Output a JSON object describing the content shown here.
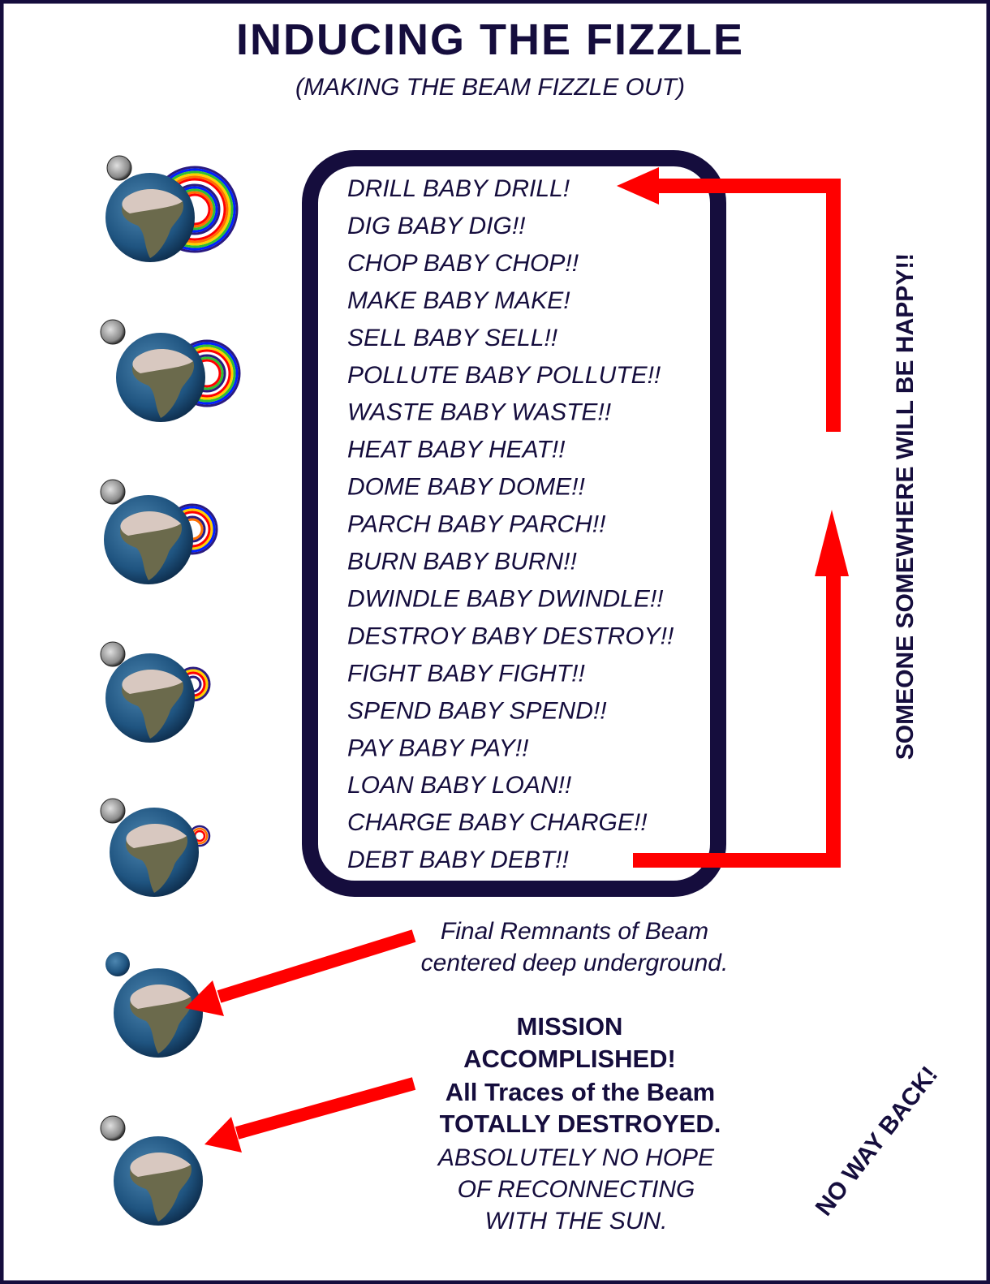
{
  "title": "INDUCING THE FIZZLE",
  "subtitle": "(MAKING THE BEAM FIZZLE OUT)",
  "cycle_items": [
    "DRILL BABY DRILL!",
    "DIG BABY DIG!!",
    "CHOP BABY CHOP!!",
    "MAKE BABY MAKE!",
    "SELL BABY SELL!!",
    "POLLUTE BABY POLLUTE!!",
    "WASTE BABY WASTE!!",
    "HEAT BABY HEAT!!",
    "DOME BABY DOME!!",
    "PARCH BABY PARCH!!",
    "BURN BABY BURN!!",
    "DWINDLE BABY DWINDLE!!",
    "DESTROY BABY DESTROY!!",
    "FIGHT BABY FIGHT!!",
    "SPEND BABY SPEND!!",
    "PAY BABY PAY!!",
    "LOAN BABY LOAN!!",
    "CHARGE BABY CHARGE!!",
    "DEBT BABY DEBT!!"
  ],
  "side_label": "SOMEONE SOMEWHERE WILL BE HAPPY!!",
  "remnants": [
    "Final Remnants of Beam",
    "centered deep underground."
  ],
  "mission": {
    "line1": "MISSION",
    "line2": "ACCOMPLISHED!",
    "line3": "All Traces of the Beam",
    "line4": "TOTALLY DESTROYED.",
    "line5": "ABSOLUTELY NO HOPE",
    "line6": "OF RECONNECTING",
    "line7": "WITH THE SUN."
  },
  "no_way_back": "NO WAY BACK!",
  "colors": {
    "navy": "#150d3d",
    "red": "#ff0000"
  }
}
